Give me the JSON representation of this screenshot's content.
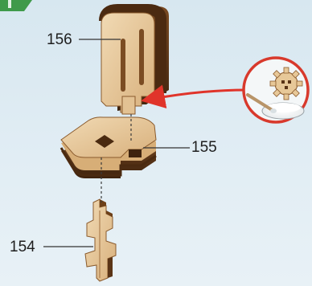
{
  "diagram": {
    "step_badge_text": "",
    "labels": {
      "part_156": "156",
      "part_155": "155",
      "part_154": "154"
    },
    "parts": [
      {
        "id": "156",
        "description_icon": "backrest-panel-icon"
      },
      {
        "id": "155",
        "description_icon": "seat-block-icon"
      },
      {
        "id": "154",
        "description_icon": "leg-post-icon"
      }
    ],
    "callout": {
      "icon": "glue-gear-icon"
    },
    "colors": {
      "background": "#dbe9f1",
      "badge": "#3f9a4a",
      "wood_light": "#ead0a6",
      "wood_mid": "#d9b484",
      "wood_dark": "#5a3416",
      "callout_ring": "#d8392c",
      "arrow": "#e0342a",
      "leader_line": "#333333"
    }
  }
}
